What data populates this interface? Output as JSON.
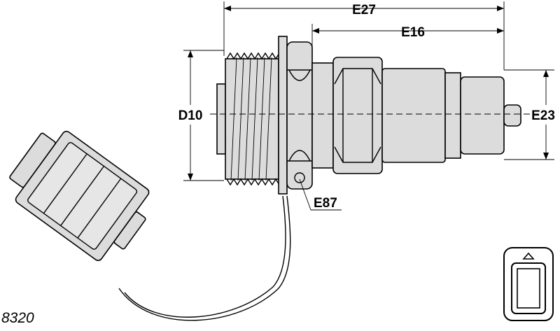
{
  "dimensions": {
    "overall_length": "E27",
    "body_length": "E16",
    "thread_diameter": "D10",
    "nose_diameter": "E23",
    "hex_nut": "E87"
  },
  "model_code": "8320",
  "icons": {
    "mounting_symbol": "panel-mount-icon"
  },
  "colors": {
    "fill": "#dcdcdc",
    "stroke": "#000000",
    "background": "#ffffff"
  }
}
